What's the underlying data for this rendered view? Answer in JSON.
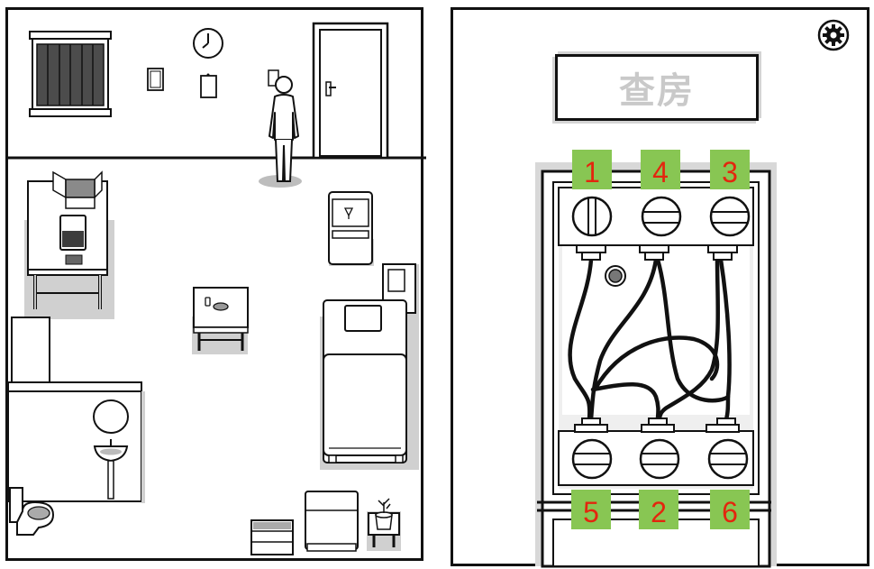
{
  "game": {
    "room_view": {
      "objects": [
        "window",
        "wall-clock",
        "picture-frame",
        "calendar",
        "light-switch",
        "man",
        "door",
        "desk-with-box-and-microwave",
        "nightstand-with-glass",
        "small-table-with-cup",
        "painting",
        "bed",
        "wardrobe",
        "bathroom-mirror",
        "sink",
        "toilet",
        "drawer-cabinet",
        "dresser",
        "plant-stand"
      ]
    },
    "puzzle": {
      "title": "查房",
      "settings_icon": "gear-icon",
      "top_terminals": [
        {
          "label": "1",
          "screw": "vertical"
        },
        {
          "label": "4",
          "screw": "horizontal"
        },
        {
          "label": "3",
          "screw": "horizontal"
        }
      ],
      "bottom_terminals": [
        {
          "label": "5",
          "screw": "horizontal"
        },
        {
          "label": "2",
          "screw": "horizontal"
        },
        {
          "label": "6",
          "screw": "horizontal"
        }
      ],
      "colors": {
        "label_bg": "#88c653",
        "label_text": "#e3260e",
        "title_text": "#c9c9c9"
      }
    }
  }
}
